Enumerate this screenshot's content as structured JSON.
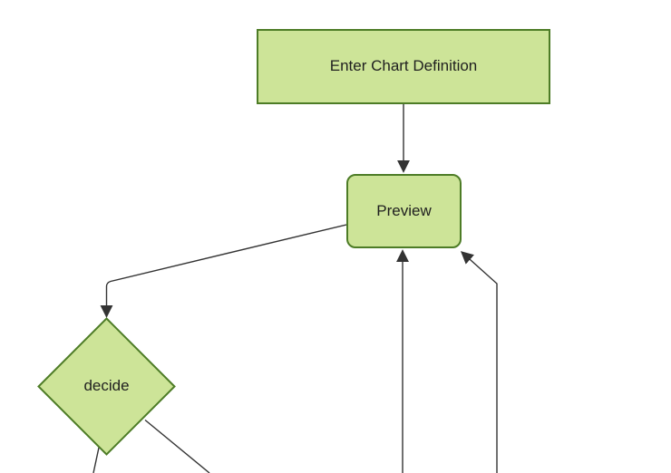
{
  "diagram": {
    "type": "flowchart",
    "direction": "top-down",
    "nodes": {
      "enter": {
        "label": "Enter Chart Definition",
        "shape": "rectangle"
      },
      "preview": {
        "label": "Preview",
        "shape": "rounded-rectangle"
      },
      "decide": {
        "label": "decide",
        "shape": "diamond"
      }
    },
    "edges": [
      {
        "from": "enter",
        "to": "preview",
        "arrowhead": true
      },
      {
        "from": "preview",
        "to": "decide",
        "arrowhead": true
      },
      {
        "from": "offscreen-node-below-1",
        "to": "preview",
        "arrowhead": true
      },
      {
        "from": "offscreen-node-below-2",
        "to": "preview",
        "arrowhead": true
      },
      {
        "from": "decide",
        "to": "offscreen-node-below-left",
        "arrowhead": false
      },
      {
        "from": "decide",
        "to": "offscreen-node-below-right",
        "arrowhead": false
      }
    ]
  },
  "colors": {
    "canvas_bg": "#ffffff",
    "node_fill": "#cde498",
    "node_border": "#4d7c26",
    "edge_color": "#333333",
    "label_color": "#1f1f1f"
  }
}
